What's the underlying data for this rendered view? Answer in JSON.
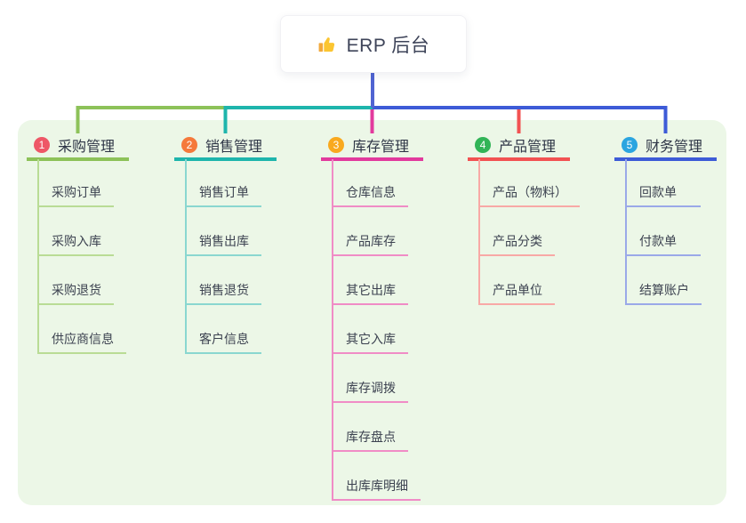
{
  "root": {
    "title": "ERP 后台",
    "icon": "thumbs-up-icon"
  },
  "panel": {
    "bg": "#ecf7e7"
  },
  "connector": {
    "root_line_color": "#5064d2"
  },
  "branches": [
    {
      "badge": "1",
      "badge_color": "#ee5767",
      "label": "采购管理",
      "line_color": "#8dc259",
      "light_line_color": "#b9dc95",
      "children": [
        "采购订单",
        "采购入库",
        "采购退货",
        "供应商信息"
      ]
    },
    {
      "badge": "2",
      "badge_color": "#f5793b",
      "label": "销售管理",
      "line_color": "#1eb5ac",
      "light_line_color": "#8ad7d0",
      "children": [
        "销售订单",
        "销售出库",
        "销售退货",
        "客户信息"
      ]
    },
    {
      "badge": "3",
      "badge_color": "#f9a91e",
      "label": "库存管理",
      "line_color": "#e23a9d",
      "light_line_color": "#f08cc6",
      "children": [
        "仓库信息",
        "产品库存",
        "其它出库",
        "其它入库",
        "库存调拨",
        "库存盘点",
        "出库库明细"
      ]
    },
    {
      "badge": "4",
      "badge_color": "#31b457",
      "label": "产品管理",
      "line_color": "#f25252",
      "light_line_color": "#f8a9a6",
      "children": [
        "产品（物料）",
        "产品分类",
        "产品单位"
      ]
    },
    {
      "badge": "5",
      "badge_color": "#2ba5e0",
      "label": "财务管理",
      "line_color": "#3d5bd7",
      "light_line_color": "#9aa9e8",
      "children": [
        "回款单",
        "付款单",
        "结算账户"
      ]
    }
  ]
}
